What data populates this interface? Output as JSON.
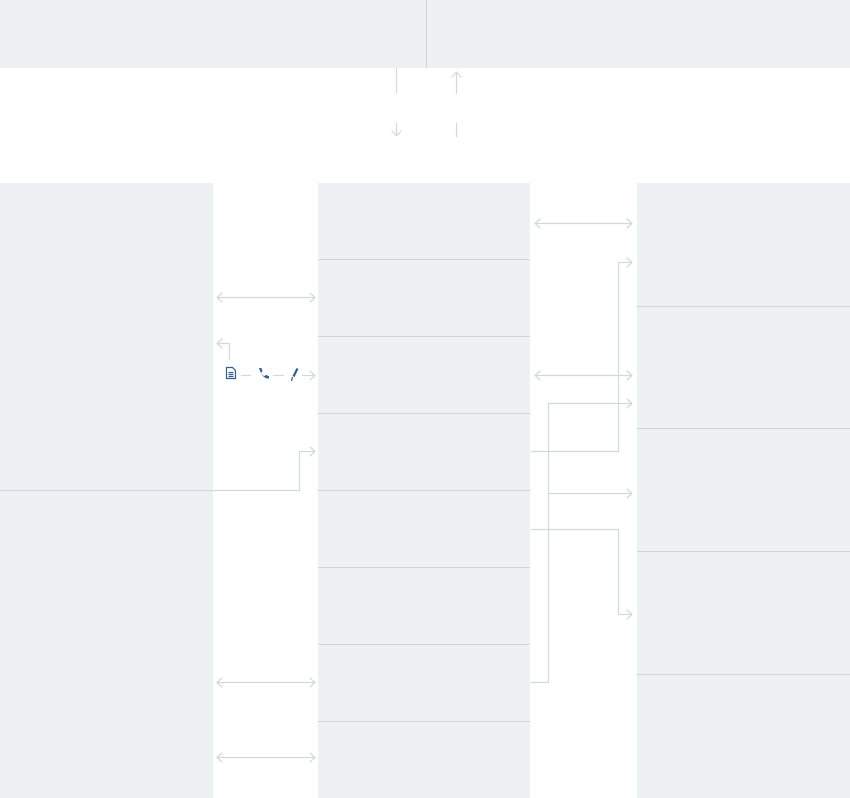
{
  "colors": {
    "panel_bg": "#edf1f4",
    "divider": "#cfd5db",
    "connector": "#d3d8dd",
    "icon": "#2e5f9a",
    "background": "#ffffff"
  },
  "icons": {
    "flow_node": [
      "document-icon",
      "phone-icon",
      "pen-icon"
    ]
  },
  "panels": {
    "top_banner": {
      "sections": 2
    },
    "left_column": {
      "sections": 2
    },
    "center_column": {
      "cells": 8
    },
    "right_column": {
      "cells": 5
    }
  }
}
